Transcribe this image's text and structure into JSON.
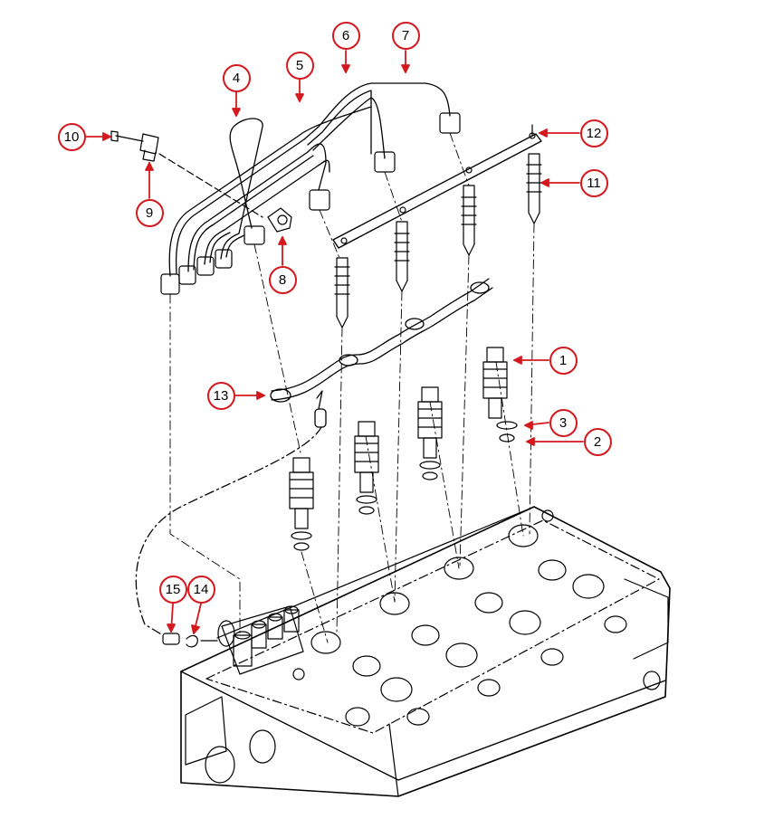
{
  "title": "",
  "colors": {
    "callout": "#d4191e",
    "linework": "#000000",
    "background": "#ffffff"
  },
  "callouts": [
    {
      "id": "c1",
      "label": "1",
      "part": "fuel injector"
    },
    {
      "id": "c2",
      "label": "2",
      "part": "washer"
    },
    {
      "id": "c3",
      "label": "3",
      "part": "seal"
    },
    {
      "id": "c4",
      "label": "4",
      "part": "injection pipe"
    },
    {
      "id": "c5",
      "label": "5",
      "part": "injection pipe"
    },
    {
      "id": "c6",
      "label": "6",
      "part": "injection pipe"
    },
    {
      "id": "c7",
      "label": "7",
      "part": "injection pipe"
    },
    {
      "id": "c8",
      "label": "8",
      "part": "pipe clamp"
    },
    {
      "id": "c9",
      "label": "9",
      "part": "clamp"
    },
    {
      "id": "c10",
      "label": "10",
      "part": "bolt"
    },
    {
      "id": "c11",
      "label": "11",
      "part": "glow plug"
    },
    {
      "id": "c12",
      "label": "12",
      "part": "glow plug bus bar"
    },
    {
      "id": "c13",
      "label": "13",
      "part": "leak-off pipe"
    },
    {
      "id": "c14",
      "label": "14",
      "part": "hose clip"
    },
    {
      "id": "c15",
      "label": "15",
      "part": "hose"
    }
  ]
}
